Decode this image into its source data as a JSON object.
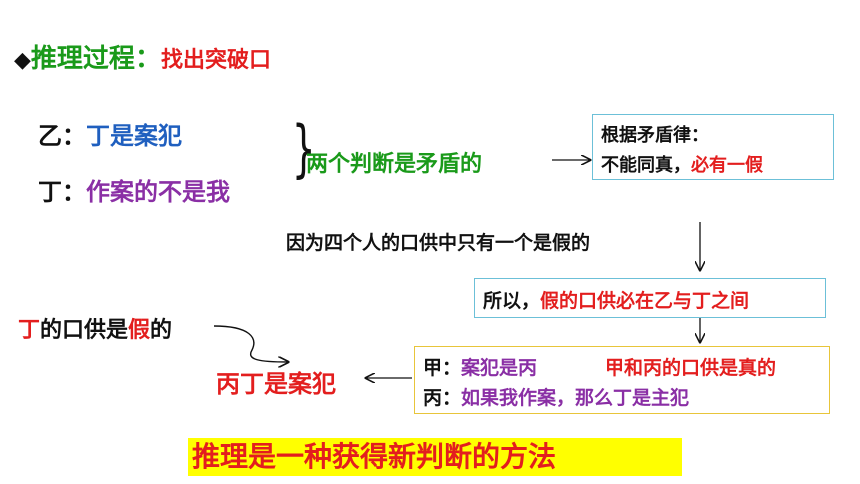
{
  "header": {
    "bullet": "◆",
    "title": "推理过程",
    "colon": "：",
    "subtitle": "找出突破口"
  },
  "statements": {
    "yi_speaker": "乙：",
    "yi_text": "丁是案犯",
    "ding_speaker": "丁：",
    "ding_text": "作案的不是我"
  },
  "brace": "}",
  "contradiction": "两个判断是矛盾的",
  "law_box": {
    "line1": "根据矛盾律：",
    "line2_black": "不能同真，",
    "line2_red": "必有一假"
  },
  "premise": "因为四个人的口供中只有一个是假的",
  "conclusion_box": {
    "black": "所以，",
    "red": "假的口供必在乙与丁之间"
  },
  "ding_false": {
    "a": "丁",
    "b": "的口供是",
    "c": "假",
    "d": "的"
  },
  "culprit": "丙丁是案犯",
  "final_box": {
    "jia_speaker": "甲：",
    "jia_text": "案犯是丙",
    "bing_speaker": "丙：",
    "bing_text": "如果我作案，那么丁是主犯",
    "note": "甲和丙的口供是真的"
  },
  "footer": "推理是一种获得新判断的方法",
  "colors": {
    "green": "#1a9a1a",
    "red": "#e31e1e",
    "blue": "#1f5fbf",
    "purple": "#8a2fa5",
    "highlight": "#ffff00",
    "box_border_blue": "#6cc0d8",
    "box_border_yellow": "#e8c53a"
  }
}
